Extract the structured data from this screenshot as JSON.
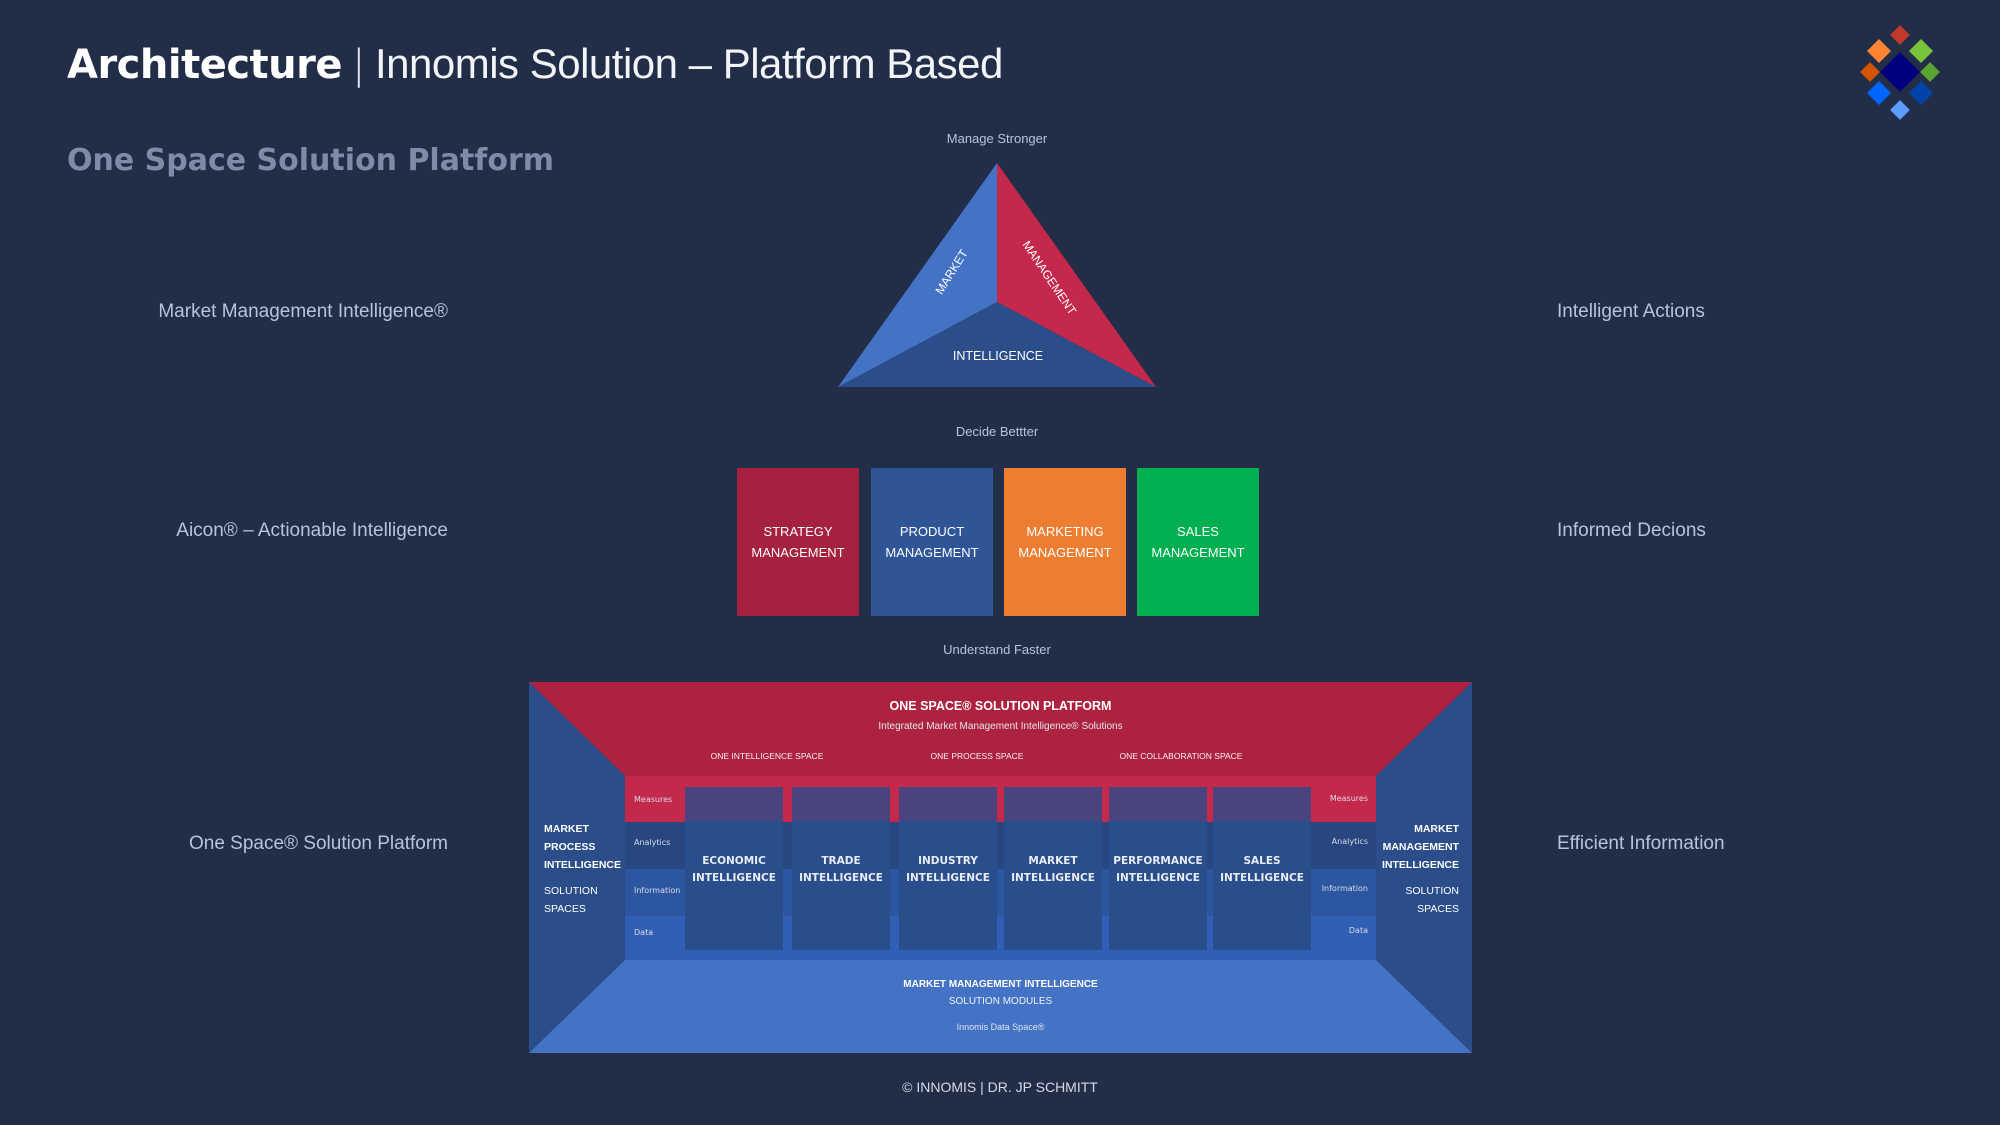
{
  "header": {
    "title_bold": "Architecture",
    "title_separator": "|",
    "title_rest": "Innomis Solution – Platform Based",
    "subtitle": "One Space Solution Platform"
  },
  "side_labels": {
    "left": [
      "Market Management Intelligence®",
      "Aicon® – Actionable Intelligence",
      "One Space® Solution Platform"
    ],
    "right": [
      "Intelligent Actions",
      "Informed Decions",
      "Efficient Information"
    ]
  },
  "captions": {
    "top": "Manage Stronger",
    "middle": "Decide Bettter",
    "bottom": "Understand Faster"
  },
  "triangle": {
    "left_label": "MARKET",
    "right_label": "MANAGEMENT",
    "bottom_label": "INTELLIGENCE",
    "colors": {
      "left": "#4472c4",
      "right": "#c4284a",
      "bottom": "#2b4d8a"
    }
  },
  "management_boxes": [
    {
      "line1": "STRATEGY",
      "line2": "MANAGEMENT",
      "color": "#a6213f"
    },
    {
      "line1": "PRODUCT",
      "line2": "MANAGEMENT",
      "color": "#2f5597"
    },
    {
      "line1": "MARKETING",
      "line2": "MANAGEMENT",
      "color": "#ed7d31"
    },
    {
      "line1": "SALES",
      "line2": "MANAGEMENT",
      "color": "#00b050"
    }
  ],
  "platform": {
    "title": "ONE SPACE® SOLUTION PLATFORM",
    "subtitle": "Integrated Market Management Intelligence® Solutions",
    "spaces": [
      "ONE INTELLIGENCE SPACE",
      "ONE PROCESS SPACE",
      "ONE COLLABORATION SPACE"
    ],
    "row_labels": [
      "Measures",
      "Analytics",
      "Information",
      "Data"
    ],
    "left_wall": {
      "bold_lines": [
        "MARKET",
        "PROCESS",
        "INTELLIGENCE"
      ],
      "lines": [
        "SOLUTION",
        "SPACES"
      ]
    },
    "right_wall": {
      "bold_lines": [
        "MARKET",
        "MANAGEMENT",
        "INTELLIGENCE"
      ],
      "lines": [
        "SOLUTION",
        "SPACES"
      ]
    },
    "modules": [
      {
        "line1": "ECONOMIC",
        "line2": "INTELLIGENCE"
      },
      {
        "line1": "TRADE",
        "line2": "INTELLIGENCE"
      },
      {
        "line1": "INDUSTRY",
        "line2": "INTELLIGENCE"
      },
      {
        "line1": "MARKET",
        "line2": "INTELLIGENCE"
      },
      {
        "line1": "PERFORMANCE",
        "line2": "INTELLIGENCE"
      },
      {
        "line1": "SALES",
        "line2": "INTELLIGENCE"
      }
    ],
    "floor": {
      "title": "MARKET MANAGEMENT INTELLIGENCE",
      "subtitle": "SOLUTION MODULES",
      "note": "Innomis Data Space®"
    }
  },
  "footer": "© INNOMIS | DR. JP SCHMITT",
  "logo": {
    "name": "innomis-logo",
    "colors": {
      "top": "#c0392b",
      "upper_left": "#ff8533",
      "upper_right": "#77c43a",
      "left": "#d35400",
      "right": "#5aa532",
      "center": "#000080",
      "lower_left": "#0066ff",
      "lower_right": "#0044aa",
      "bottom": "#5c9dff"
    }
  }
}
